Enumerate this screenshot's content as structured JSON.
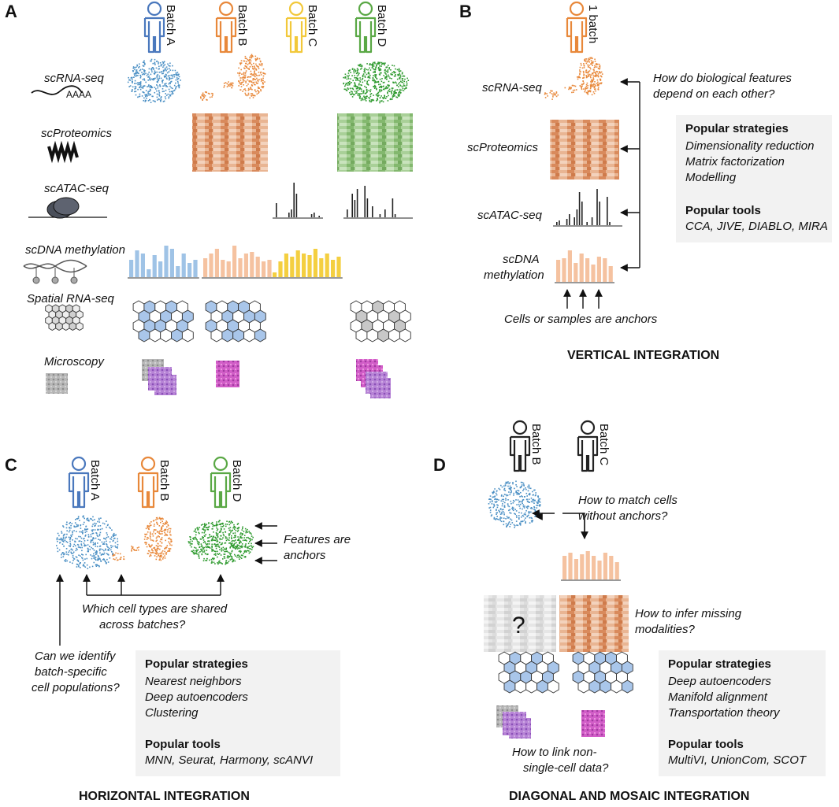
{
  "panels": {
    "a": {
      "letter": "A",
      "batches": [
        "Batch A",
        "Batch B",
        "Batch C",
        "Batch D"
      ],
      "modalities": [
        "scRNA-seq",
        "scProteomics",
        "scATAC-seq",
        "scDNA methylation",
        "Spatial RNA-seq",
        "Microscopy"
      ],
      "rna_tail": "AAAA"
    },
    "b": {
      "letter": "B",
      "batch": "1 batch",
      "modalities": [
        "scRNA-seq",
        "scProteomics",
        "scATAC-seq",
        "scDNA",
        "methylation"
      ],
      "question": [
        "How do biological features",
        "depend on each other?"
      ],
      "anchors": "Cells or samples are anchors",
      "box": {
        "strategies_title": "Popular strategies",
        "strategies": [
          "Dimensionality reduction",
          "Matrix factorization",
          "Modelling"
        ],
        "tools_title": "Popular tools",
        "tools": "CCA, JIVE, DIABLO, MIRA"
      },
      "title": "VERTICAL INTEGRATION"
    },
    "c": {
      "letter": "C",
      "batches": [
        "Batch A",
        "Batch B",
        "Batch D"
      ],
      "features": [
        "Features are",
        "anchors"
      ],
      "shared": [
        "Which cell types are shared",
        "across batches?"
      ],
      "identify": [
        "Can we identify",
        "batch-specific",
        "cell populations?"
      ],
      "box": {
        "strategies_title": "Popular strategies",
        "strategies": [
          "Nearest neighbors",
          "Deep autoencoders",
          "Clustering"
        ],
        "tools_title": "Popular tools",
        "tools": "MNN, Seurat, Harmony, scANVI"
      },
      "title": "HORIZONTAL INTEGRATION"
    },
    "d": {
      "letter": "D",
      "batches": [
        "Batch B",
        "Batch C"
      ],
      "match": [
        "How to match cells",
        "without anchors?"
      ],
      "infer": [
        "How to infer missing",
        "modalities?"
      ],
      "qmark": "?",
      "link": [
        "How to link non-",
        "single-cell data?"
      ],
      "box": {
        "strategies_title": "Popular strategies",
        "strategies": [
          "Deep autoencoders",
          "Manifold alignment",
          "Transportation theory"
        ],
        "tools_title": "Popular tools",
        "tools": "MultiVI, UnionCom, SCOT"
      },
      "title": "DIAGONAL AND MOSAIC INTEGRATION"
    }
  },
  "colors": {
    "batch_a": "#4a78bd",
    "batch_b": "#e8883a",
    "batch_c": "#f2c83a",
    "batch_d": "#5aa845",
    "umap_a": "#4a8fc4",
    "umap_b": "#e8883a",
    "umap_d": "#2e9a2e",
    "meth_a": "#9fc3e6",
    "meth_b": "#f5c2a0",
    "meth_c": "#f4cf40",
    "hex_blue": "#a9c6ea",
    "hex_gray": "#c8c8c8",
    "box_bg": "#f2f2f2"
  }
}
